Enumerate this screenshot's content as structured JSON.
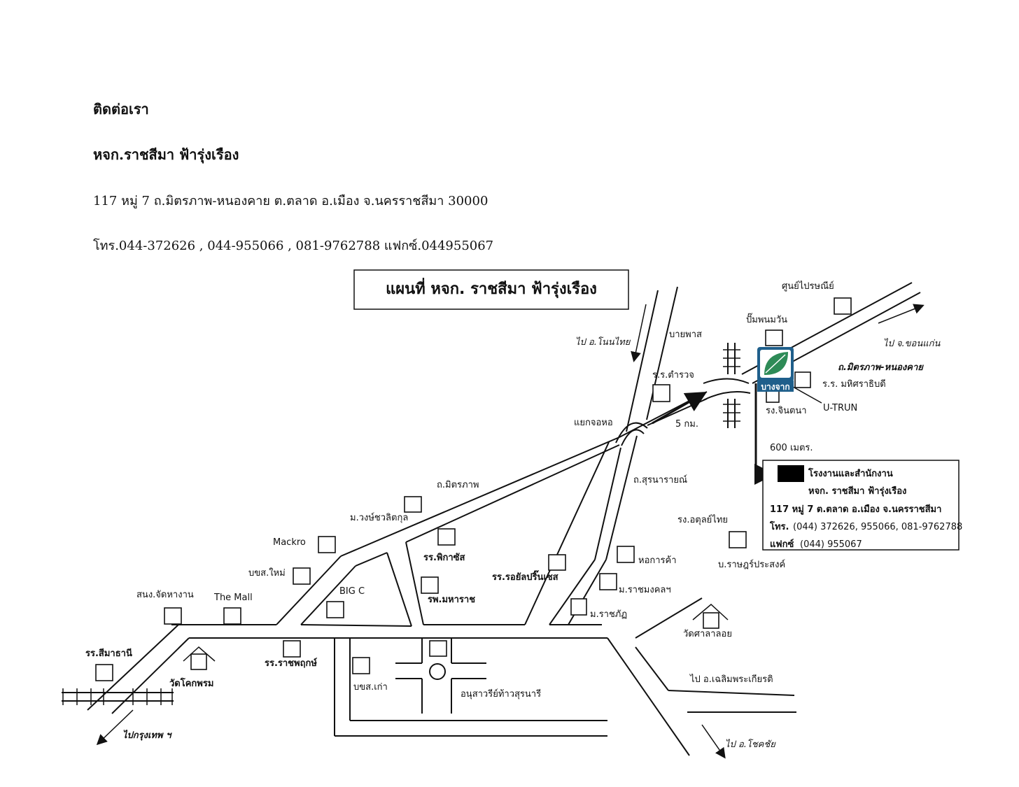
{
  "contact": {
    "heading": "ติดต่อเรา",
    "company": "หจก.ราชสีมา ฟ้ารุ่งเรือง",
    "address": "117 หมู่ 7 ถ.มิตรภาพ-หนองคาย ต.ตลาด อ.เมือง จ.นครราชสีมา 30000",
    "phones": "โทร.044-372626 , 044-955066 , 081-9762788 แฟกซ์.044955067"
  },
  "map": {
    "title": "แผนที่ หจก. ราชสีมา ฟ้ารุ่งเรือง",
    "landmarks": {
      "post_office": "ศูนย์ไปรษณีย์",
      "gas_station": "ปั๊มพนมวัน",
      "to_non_thai": "ไป อ.โนนไทย",
      "bus_stop_road": "บายพาส",
      "police_school": "ร.ร.ตำรวจ",
      "to_khon_kaen": "ไป จ.ขอนแก่น",
      "road_mittraphap_nongkhai": "ถ.มิตรภาพ-หนองคาย",
      "mahisaraboadi_school": "ร.ร. มหิศราธิบดี",
      "jintana_factory": "รง.จินตนา",
      "u_turn": "U-TRUN",
      "jor_hor_junction": "แยกจอหอ",
      "distance_5km": "5 กม.",
      "distance_600m": "600 เมตร.",
      "road_mittraphap": "ถ.มิตรภาพ",
      "road_suranarai": "ถ.สุรนารายณ์",
      "atun_factory": "รง.อตุลย์ไทย",
      "wongchawalitkul_univ": "ม.วงษ์ชวลิตกุล",
      "makro": "Mackro",
      "new_bus_station": "บขส.ใหม่",
      "phikat_school": "รร.พิกาซัส",
      "royal_prince_school": "รร.รอยัลปริ๊นเซส",
      "chamber_of_commerce": "หอการค้า",
      "ratchaprasong_village": "บ.ราษฎร์ประสงค์",
      "rajamangala_univ": "ม.ราชมงคลฯ",
      "big_c": "BIG C",
      "maharat_hospital": "รพ.มหาราช",
      "rajabhat_univ": "ม.ราชภัฏ",
      "employment_office": "สนง.จัดหางาน",
      "the_mall": "The Mall",
      "wat_sala_loi": "วัดศาลาลอย",
      "simarathani_school": "รร.สีมาธานี",
      "wat_khok_phrom": "วัดโคกพรม",
      "ratchaphruek_school": "รร.ราชพฤกษ์",
      "old_bus_station": "บขส.เก่า",
      "thao_suranari_monument": "อนุสาวรีย์ท้าวสุรนารี",
      "to_chaloem_phra_kiat": "ไป อ.เฉลิมพระเกียรติ",
      "to_bangkok": "ไปกรุงเทพ ฯ",
      "to_chok_chai": "ไป อ.โชคชัย"
    },
    "logo_text": "บางจาก",
    "info_box": {
      "line1": "โรงงานและสำนักงาน",
      "line2": "หจก. ราชสีมา ฟ้ารุ่งเรือง",
      "line3": "117 หมู่ 7 ต.ตลาด อ.เมือง จ.นครราชสีมา",
      "line4_label": "โทร.",
      "line4_value": "(044) 372626, 955066, 081-9762788",
      "line5_label": "แฟกซ์",
      "line5_value": "(044)  955067"
    },
    "colors": {
      "logo_blue": "#1f5f8b",
      "logo_green": "#2e8b57"
    }
  }
}
